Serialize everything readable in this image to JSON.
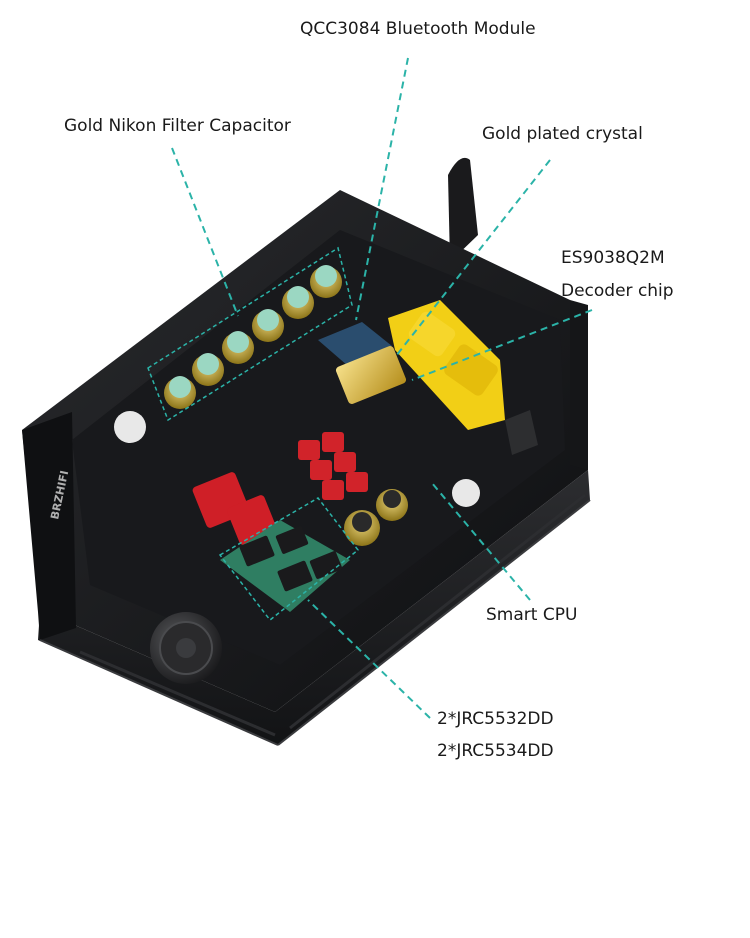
{
  "labels": {
    "bluetooth": "QCC3084 Bluetooth Module",
    "capacitor": "Gold Nikon Filter Capacitor",
    "crystal": "Gold plated crystal",
    "decoder_line1": "ES9038Q2M",
    "decoder_line2": "Decoder chip",
    "cpu": "Smart CPU",
    "opamp_line1": "2*JRC5532DD",
    "opamp_line2": "2*JRC5534DD"
  },
  "colors": {
    "background": "#ffffff",
    "callout": "#2bb3a8",
    "chassis": "#1b1c1e",
    "pcb": "#16171a",
    "capacitor_gold": "#b89a2c",
    "capacitor_top": "#8fd4c0",
    "rca_yellow": "#f2cf16",
    "film_cap_red": "#d1232a",
    "knob": "#2a2a2c"
  },
  "device": {
    "brand_text": "BRZHIFI"
  }
}
